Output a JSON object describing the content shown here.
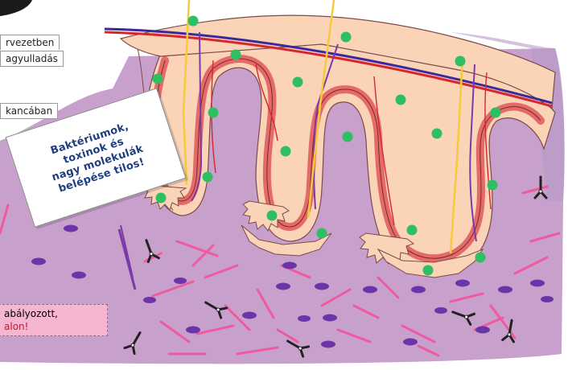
{
  "labels": {
    "top_line1": "rvezetben",
    "top_line2": "agyulladás",
    "middle": "kancában",
    "bottom_line1": "abályozott,",
    "bottom_line2": "alon!"
  },
  "note": {
    "line1": "Baktériumok,",
    "line2": "toxinok és",
    "line3": "nagy molekulák",
    "line4": "belépése tilos!"
  },
  "colors": {
    "tissue_bg": "#c8a0cc",
    "tissue_dark": "#b685c0",
    "epithelium": "#fbd3b7",
    "epithelium_edge": "#9b6d6d",
    "red_layer": "#e46a6a",
    "capillary_red": "#d7262e",
    "vein_blue": "#3b2a9e",
    "nerve_yellow": "#f7c93a",
    "lymph_purple": "#7a3aa8",
    "cell_green": "#2ebf63",
    "fiber_pink": "#ef5a9e",
    "oval_purple": "#6c34a8",
    "antibody_dark": "#222222",
    "label_pink": "#f7b6cf"
  }
}
